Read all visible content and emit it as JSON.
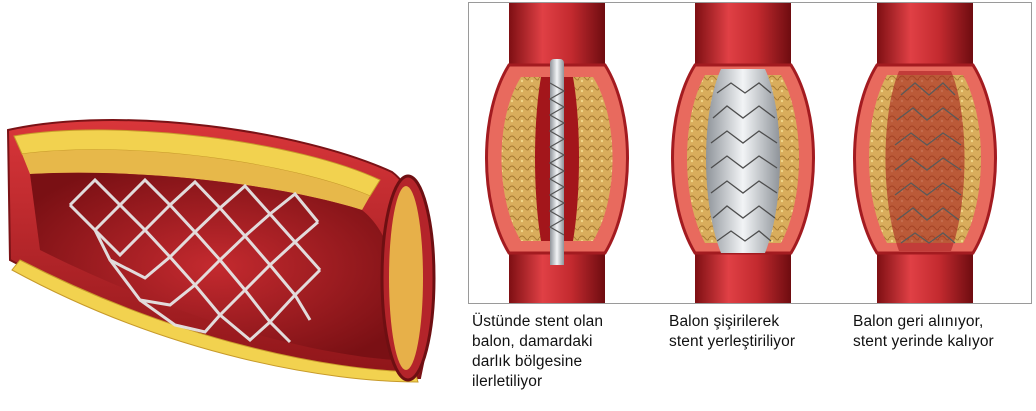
{
  "captions": [
    "Üstünde stent olan\nbalon, damardaki\ndarlık bölgesine\nilerletiliyor",
    "Balon şişirilerek\nstent yerleştiriliyor",
    "Balon geri alınıyor,\nstent yerinde kalıyor"
  ],
  "colors": {
    "artery_wall": "#c8252a",
    "artery_inner": "#9e1b20",
    "plaque": "#e9c15a",
    "fat_layer": "#f3d95a",
    "stent": "#d8d8d8",
    "balloon": "#b9bec4"
  }
}
